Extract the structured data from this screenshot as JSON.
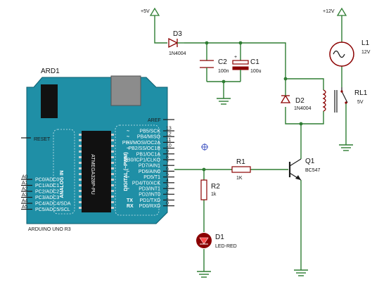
{
  "power": {
    "p5v": "+5V",
    "p12v": "+12V"
  },
  "components": {
    "ard": {
      "ref": "ARD1",
      "model": "ARDUINO UNO R3"
    },
    "d3": {
      "ref": "D3",
      "value": "1N4004"
    },
    "c2": {
      "ref": "C2",
      "value": "100n"
    },
    "c1": {
      "ref": "C1",
      "value": "100u"
    },
    "d2": {
      "ref": "D2",
      "value": "1N4004"
    },
    "l1": {
      "ref": "L1",
      "value": "12V"
    },
    "rl1": {
      "ref": "RL1",
      "value": "5V"
    },
    "r1": {
      "ref": "R1",
      "value": "1K"
    },
    "r2": {
      "ref": "R2",
      "value": "1k"
    },
    "q1": {
      "ref": "Q1",
      "value": "BC547"
    },
    "d1": {
      "ref": "D1",
      "value": "LED-RED"
    }
  },
  "arduino": {
    "aref": "AREF",
    "reset": "RESET",
    "digital_label": "DIGITAL (~PWM)",
    "analog_label": "ANALOG IN",
    "chip_label": "ATMEGA328P-PU",
    "digital_pins": [
      {
        "name": "PB5/SCK",
        "num": "13"
      },
      {
        "name": "PB4/MISO",
        "num": "12"
      },
      {
        "name": "PB3/MOSI/OC2A",
        "num": "11"
      },
      {
        "name": "PB2/SS/OC1B",
        "num": "10"
      },
      {
        "name": "PB1/OC1A",
        "num": "9"
      },
      {
        "name": "PB0/ICP1/CLKO",
        "num": "8"
      },
      {
        "name": "PD7/AIN1",
        "num": "7"
      },
      {
        "name": "PD6/AIN0",
        "num": "6"
      },
      {
        "name": "PD5/T1",
        "num": "5"
      },
      {
        "name": "PD4/T0/XCK",
        "num": "4"
      },
      {
        "name": "PD3/INT1",
        "num": "3"
      },
      {
        "name": "PD2/INT0",
        "num": "2"
      },
      {
        "name": "PD1/TXD",
        "num": "1"
      },
      {
        "name": "PD0/RXD",
        "num": "0"
      }
    ],
    "digital_tags": [
      "~",
      "~",
      "~",
      "~",
      "",
      "",
      "",
      "~",
      "~",
      "",
      "~",
      "",
      "TX",
      "RX"
    ],
    "analog_pins": [
      {
        "name": "PC0/ADC0",
        "num": "A0"
      },
      {
        "name": "PC1/ADC1",
        "num": "A1"
      },
      {
        "name": "PC2/ADC2",
        "num": "A2"
      },
      {
        "name": "PC3/ADC3",
        "num": "A3"
      },
      {
        "name": "PC4/ADC4/SDA",
        "num": "A4"
      },
      {
        "name": "PC5/ADC5/SCL",
        "num": "A5"
      }
    ]
  }
}
